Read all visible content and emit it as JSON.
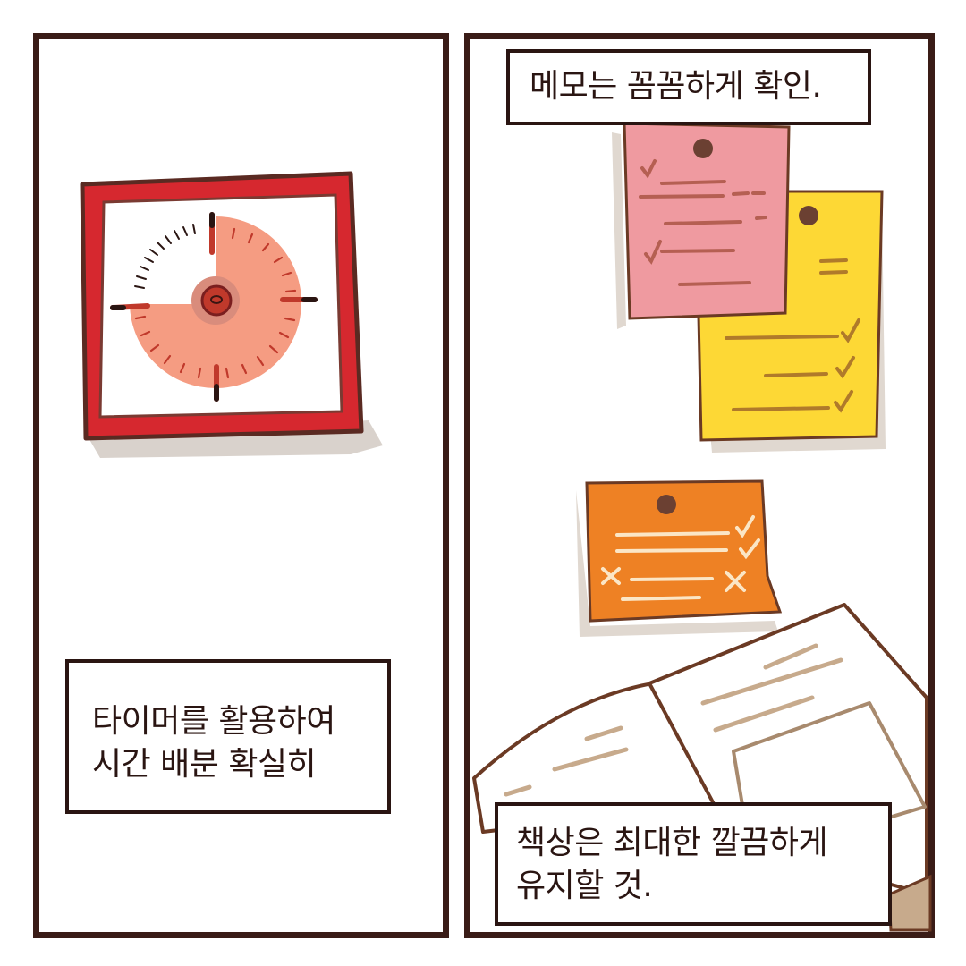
{
  "panels": {
    "left": {
      "caption_lines": [
        "타이머를 활용하여",
        "시간 배분 확실히"
      ]
    },
    "right": {
      "memo_caption": "메모는 꼼꼼하게 확인.",
      "desk_caption_lines": [
        "책상은 최대한 깔끔하게",
        "유지할 것."
      ]
    }
  },
  "colors": {
    "border": "#3a1c17",
    "timer_frame": "#d6282f",
    "timer_dial": "#f59c82",
    "note_pink": "#ef9aa0",
    "note_yellow": "#fdd835",
    "note_orange": "#ee8124"
  }
}
